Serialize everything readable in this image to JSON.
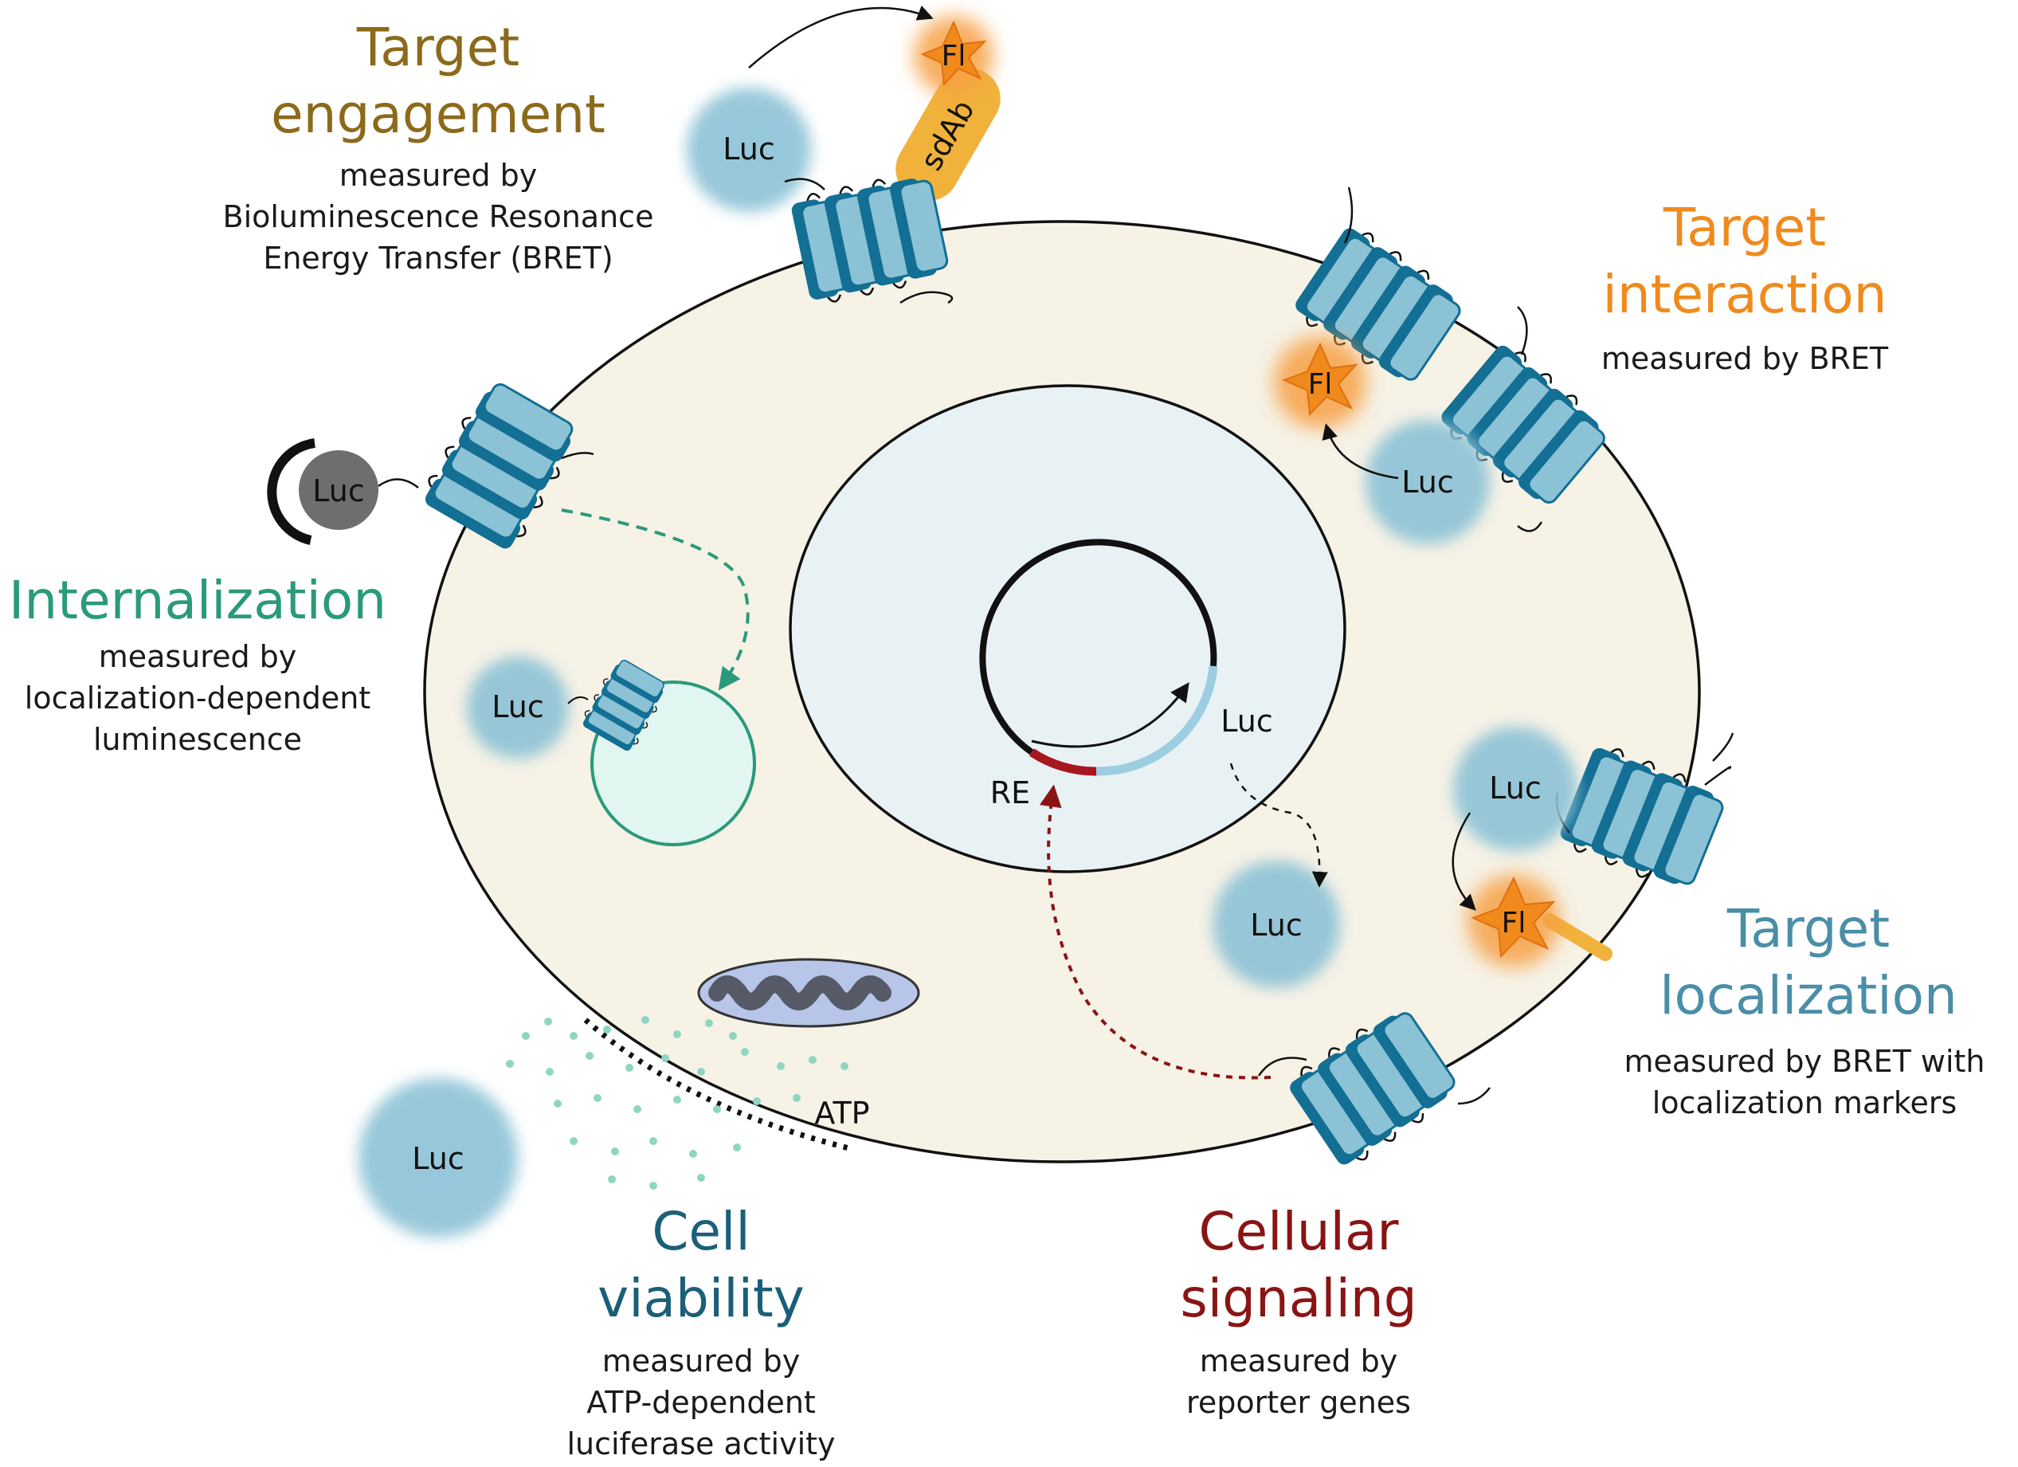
{
  "colors": {
    "engagement": "#8b6a1a",
    "interaction": "#f08a1c",
    "internalization": "#2a9a7a",
    "localization": "#4a8ea8",
    "viability": "#1a5f78",
    "signaling": "#8a1414"
  },
  "modules": {
    "engagement": {
      "title_lines": [
        "Target",
        "engagement"
      ],
      "desc_lines": [
        "measured by",
        "Bioluminescence Resonance",
        "Energy Transfer (BRET)"
      ]
    },
    "interaction": {
      "title_lines": [
        "Target",
        "interaction"
      ],
      "desc_lines": [
        "measured by BRET"
      ]
    },
    "internalization": {
      "title_lines": [
        "Internalization"
      ],
      "desc_lines": [
        "measured by",
        "localization-dependent",
        "luminescence"
      ]
    },
    "localization": {
      "title_lines": [
        "Target",
        "localization"
      ],
      "desc_lines": [
        "measured by BRET with",
        "localization markers"
      ]
    },
    "viability": {
      "title_lines": [
        "Cell",
        "viability"
      ],
      "desc_lines": [
        "measured by",
        "ATP-dependent",
        "luciferase activity"
      ]
    },
    "signaling": {
      "title_lines": [
        "Cellular",
        "signaling"
      ],
      "desc_lines": [
        "measured by",
        "reporter genes"
      ]
    }
  },
  "labels": {
    "luc": "Luc",
    "fl": "Fl",
    "sdab": "sdAb",
    "re": "RE",
    "atp": "ATP"
  }
}
